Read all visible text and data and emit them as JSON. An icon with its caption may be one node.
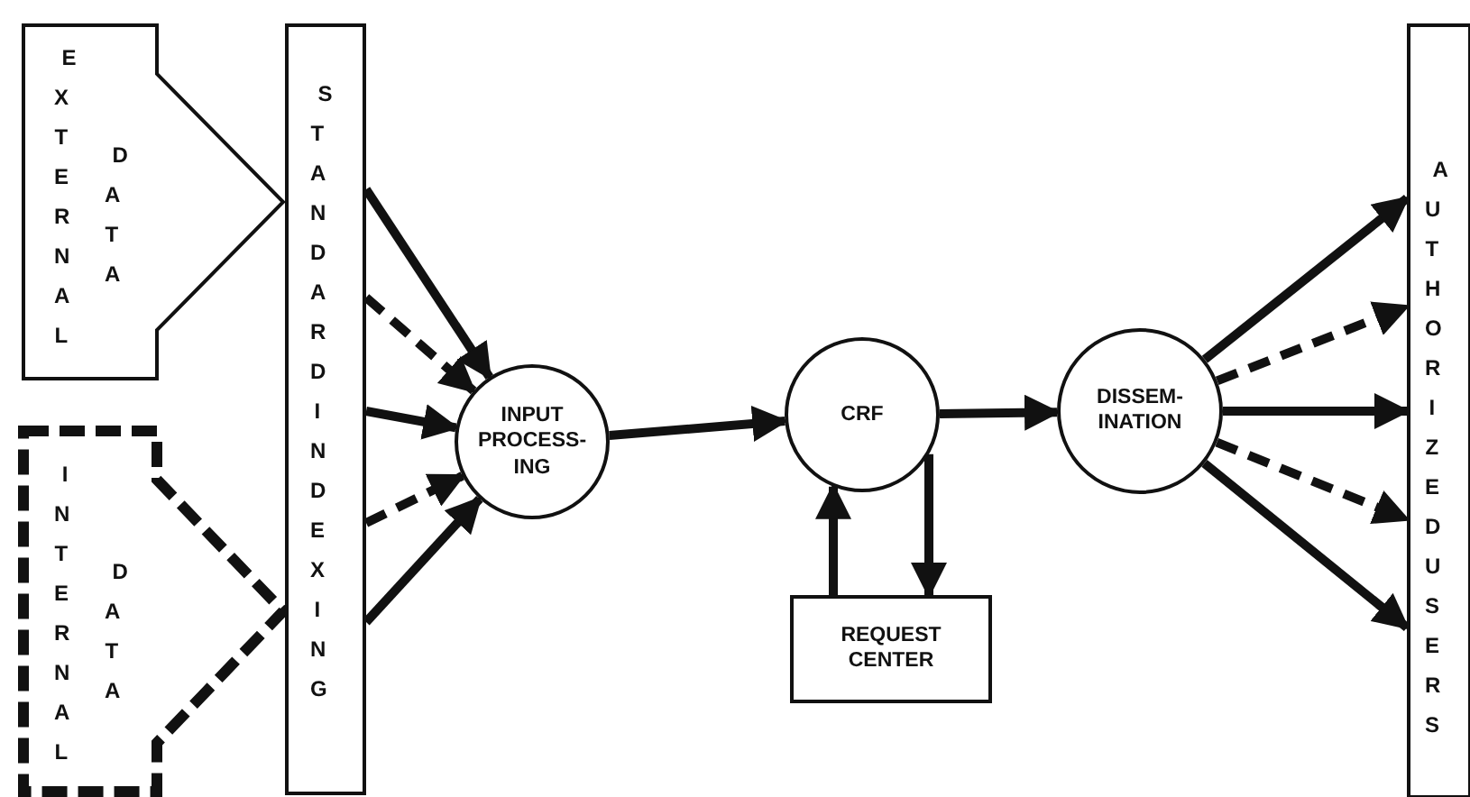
{
  "diagram": {
    "nodes": [
      {
        "text": [
          "EXTERNAL",
          "DATA"
        ]
      },
      {
        "text": [
          "INTERNAL",
          "DATA"
        ]
      },
      {
        "text": [
          "STANDARD INDEXING"
        ]
      },
      {
        "text": [
          "INPUT PROCESS-ING"
        ]
      },
      {
        "text": [
          "CRF"
        ]
      },
      {
        "text": [
          "REQUEST CENTER"
        ]
      },
      {
        "text": [
          "DISSEM-INATION"
        ]
      },
      {
        "text": [
          "AUTHORIZED USERS"
        ]
      }
    ],
    "edges": [
      {
        "from": 2,
        "to": 3,
        "arrow": "to"
      },
      {
        "from": 2,
        "to": 3,
        "arrow": "to",
        "style": "dashed"
      },
      {
        "from": 2,
        "to": 3,
        "arrow": "to"
      },
      {
        "from": 2,
        "to": 3,
        "arrow": "to",
        "style": "dashed"
      },
      {
        "from": 2,
        "to": 3,
        "arrow": "to"
      },
      {
        "from": 3,
        "to": 4,
        "arrow": "to"
      },
      {
        "from": 5,
        "to": 4,
        "arrow": "to"
      },
      {
        "from": 4,
        "to": 5,
        "arrow": "to"
      },
      {
        "from": 4,
        "to": 6,
        "arrow": "to"
      },
      {
        "from": 6,
        "to": 7,
        "arrow": "to"
      },
      {
        "from": 6,
        "to": 7,
        "arrow": "to",
        "style": "dashed"
      },
      {
        "from": 6,
        "to": 7,
        "arrow": "to"
      },
      {
        "from": 6,
        "to": 7,
        "arrow": "to",
        "style": "dashed"
      },
      {
        "from": 6,
        "to": 7,
        "arrow": "to"
      }
    ]
  }
}
